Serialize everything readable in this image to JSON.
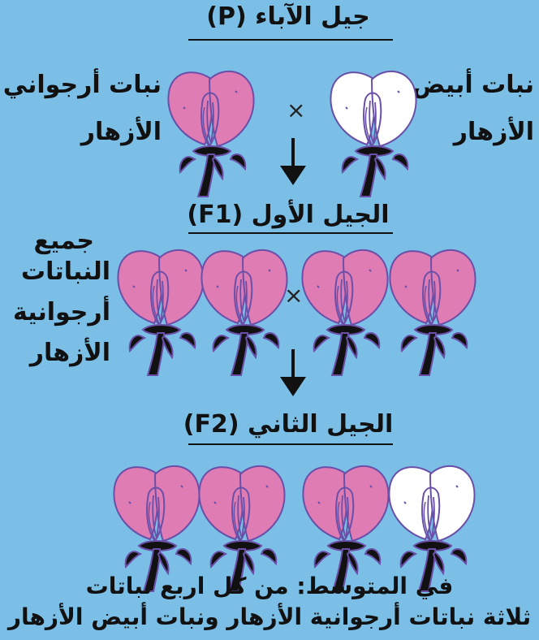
{
  "colors": {
    "background": "#7cbfe6",
    "purple_petal": "#e07cb4",
    "white_petal": "#ffffff",
    "petal_outline": "#6a4fa8",
    "stem": "#111111"
  },
  "generations": {
    "parents": {
      "title": "جيل الآباء (P)"
    },
    "f1": {
      "title": "الجيل الأول (F1)"
    },
    "f2": {
      "title": "الجيل الثاني (F2)"
    }
  },
  "labels": {
    "purple_plant_line1": "نبات أرجواني",
    "purple_plant_line2": "الأزهار",
    "white_plant_line1": "نبات أبيض",
    "white_plant_line2": "الأزهار",
    "f1_note_line1": "جميع",
    "f1_note_line2": "النباتات",
    "f1_note_line3": "أرجوانية",
    "f1_note_line4": "الأزهار"
  },
  "symbols": {
    "cross": "×"
  },
  "flowers": {
    "parents": [
      "purple",
      "white"
    ],
    "f1": [
      "purple",
      "purple",
      "purple",
      "purple"
    ],
    "f2": [
      "purple",
      "purple",
      "purple",
      "white"
    ]
  },
  "footer": {
    "line1": "في المتوسط: من كل اربع نباتات",
    "line2": "ثلاثة نباتات أرجوانية الأزهار ونبات أبيض الأزهار"
  }
}
